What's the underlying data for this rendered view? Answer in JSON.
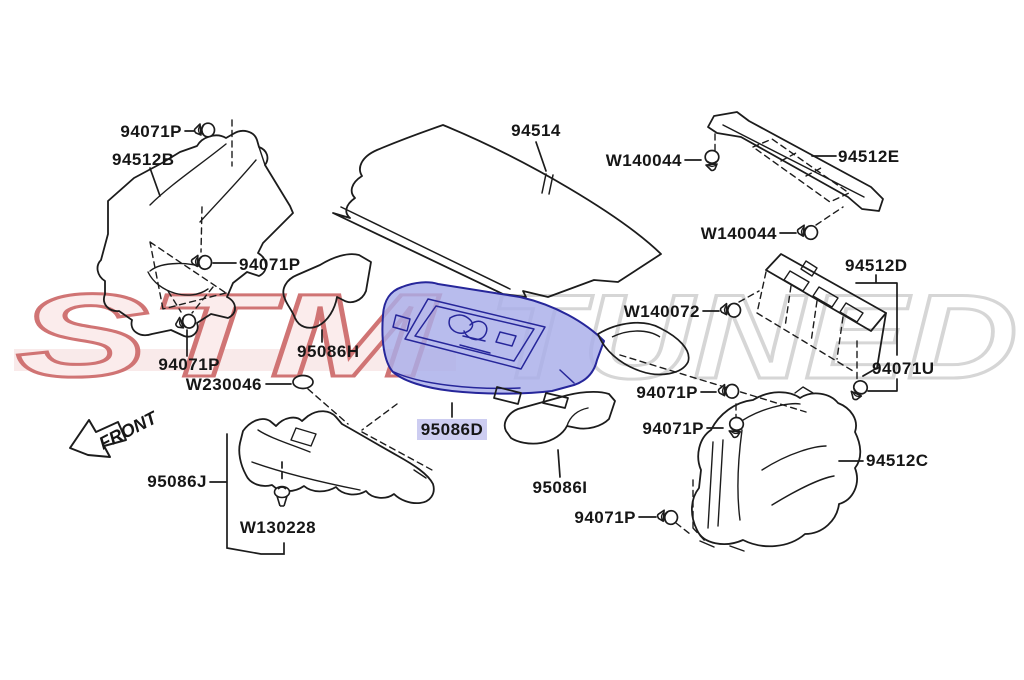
{
  "diagram": {
    "front_indicator": "FRONT",
    "watermark": {
      "primary": "STM",
      "secondary": "TUNED",
      "primary_color": "#d07474",
      "primary_fill": "#fbecec",
      "secondary_color": "#d6d6d6",
      "band_color": "#f9eaea"
    },
    "highlight": {
      "label": "95086D",
      "text_color": "#2b2bb8",
      "bg_color": "#cdcdf1",
      "part_fill": "#a8ade9",
      "part_stroke": "#26269a"
    },
    "callouts": [
      {
        "id": "clip-top-left",
        "text": "94071P"
      },
      {
        "id": "side-trim-left",
        "text": "94512B"
      },
      {
        "id": "clip-left-mid",
        "text": "94071P"
      },
      {
        "id": "clip-left-lower",
        "text": "94071P"
      },
      {
        "id": "mat-side-left",
        "text": "95086H"
      },
      {
        "id": "grommet",
        "text": "W230046"
      },
      {
        "id": "trunk-mat",
        "text": "94514"
      },
      {
        "id": "clip-rail-upper",
        "text": "W140044"
      },
      {
        "id": "rail-trim",
        "text": "94512E"
      },
      {
        "id": "clip-rail-lower",
        "text": "W140044"
      },
      {
        "id": "clip-rear-panel",
        "text": "W140072"
      },
      {
        "id": "rear-panel-trim",
        "text": "94512D"
      },
      {
        "id": "clip-rear-lower",
        "text": "94071U"
      },
      {
        "id": "clip-right-upper",
        "text": "94071P"
      },
      {
        "id": "clip-right-mid",
        "text": "94071P"
      },
      {
        "id": "side-trim-right",
        "text": "94512C"
      },
      {
        "id": "clip-bottom",
        "text": "94071P"
      },
      {
        "id": "mat-side-right",
        "text": "95086I"
      },
      {
        "id": "floor-support",
        "text": "95086J"
      },
      {
        "id": "clip-floor",
        "text": "W130228"
      },
      {
        "id": "spare-cover-highlighted",
        "text": "95086D"
      }
    ]
  }
}
